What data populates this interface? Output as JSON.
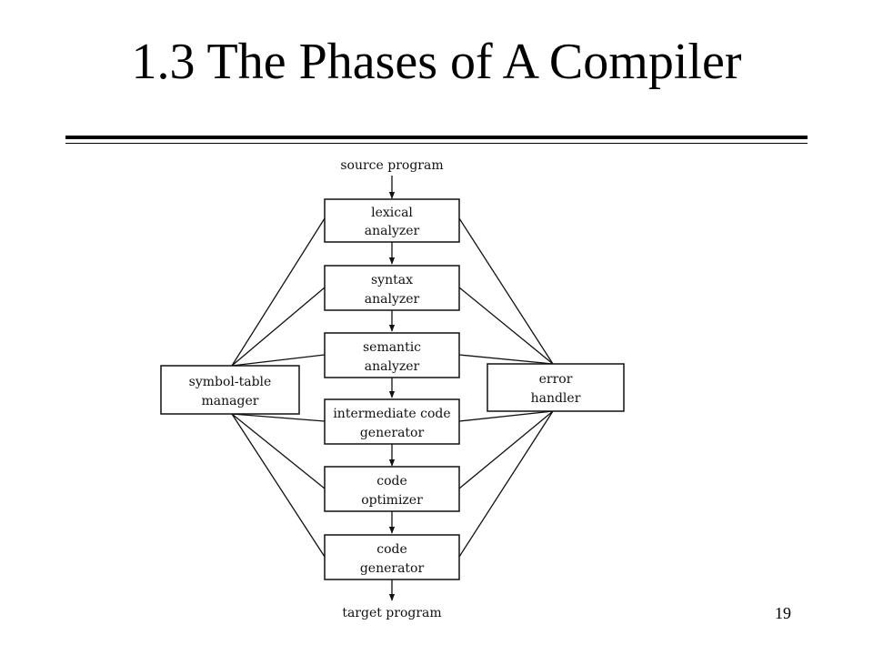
{
  "slide": {
    "title": "1.3 The Phases of A Compiler",
    "page_number": "19"
  },
  "diagram": {
    "input_label": "source program",
    "output_label": "target program",
    "phases": [
      {
        "line1": "lexical",
        "line2": "analyzer"
      },
      {
        "line1": "syntax",
        "line2": "analyzer"
      },
      {
        "line1": "semantic",
        "line2": "analyzer"
      },
      {
        "line1": "intermediate code",
        "line2": "generator"
      },
      {
        "line1": "code",
        "line2": "optimizer"
      },
      {
        "line1": "code",
        "line2": "generator"
      }
    ],
    "side_left": {
      "line1": "symbol-table",
      "line2": "manager"
    },
    "side_right": {
      "line1": "error",
      "line2": "handler"
    }
  }
}
